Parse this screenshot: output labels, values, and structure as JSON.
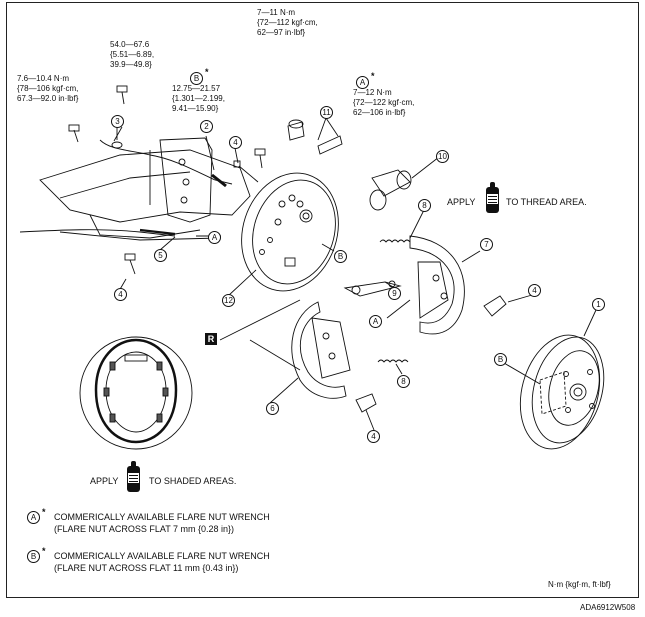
{
  "torques": {
    "t1": [
      "7—11 N·m",
      "{72—112 kgf·cm,",
      "62—97 in·lbf}"
    ],
    "t2": [
      "54.0—67.6",
      "{5.51—6.89,",
      "39.9—49.8}"
    ],
    "t3": [
      "12.75—21.57",
      "{1.301—2.199,",
      "9.41—15.90}"
    ],
    "t4": [
      "7.6—10.4 N·m",
      "{78—106 kgf·cm,",
      "67.3—92.0 in·lbf}"
    ],
    "t5": [
      "7—12 N·m",
      "{72—122 kgf·cm,",
      "62—106 in·lbf}"
    ]
  },
  "letters": {
    "a": "A",
    "b": "B",
    "star": "*",
    "r": "R"
  },
  "callouts": {
    "n1": "1",
    "n2": "2",
    "n3": "3",
    "n4": "4",
    "n5": "5",
    "n6": "6",
    "n7": "7",
    "n8": "8",
    "n9": "9",
    "n10": "10",
    "n11": "11",
    "n12": "12"
  },
  "apply_thread": {
    "pre": "APPLY",
    "post": "TO THREAD AREA."
  },
  "apply_shaded": {
    "pre": "APPLY",
    "post": "TO SHADED AREAS."
  },
  "notes": {
    "a_line1": "COMMERICALLY AVAILABLE  FLARE NUT WRENCH",
    "a_line2": "(FLARE NUT ACROSS FLAT 7 mm {0.28 in})",
    "b_line1": "COMMERICALLY AVAILABLE FLARE NUT WRENCH",
    "b_line2": "(FLARE NUT ACROSS FLAT 11 mm {0.43 in})"
  },
  "units": "N·m {kgf·m, ft·lbf}",
  "figure_code": "ADA6912W508"
}
